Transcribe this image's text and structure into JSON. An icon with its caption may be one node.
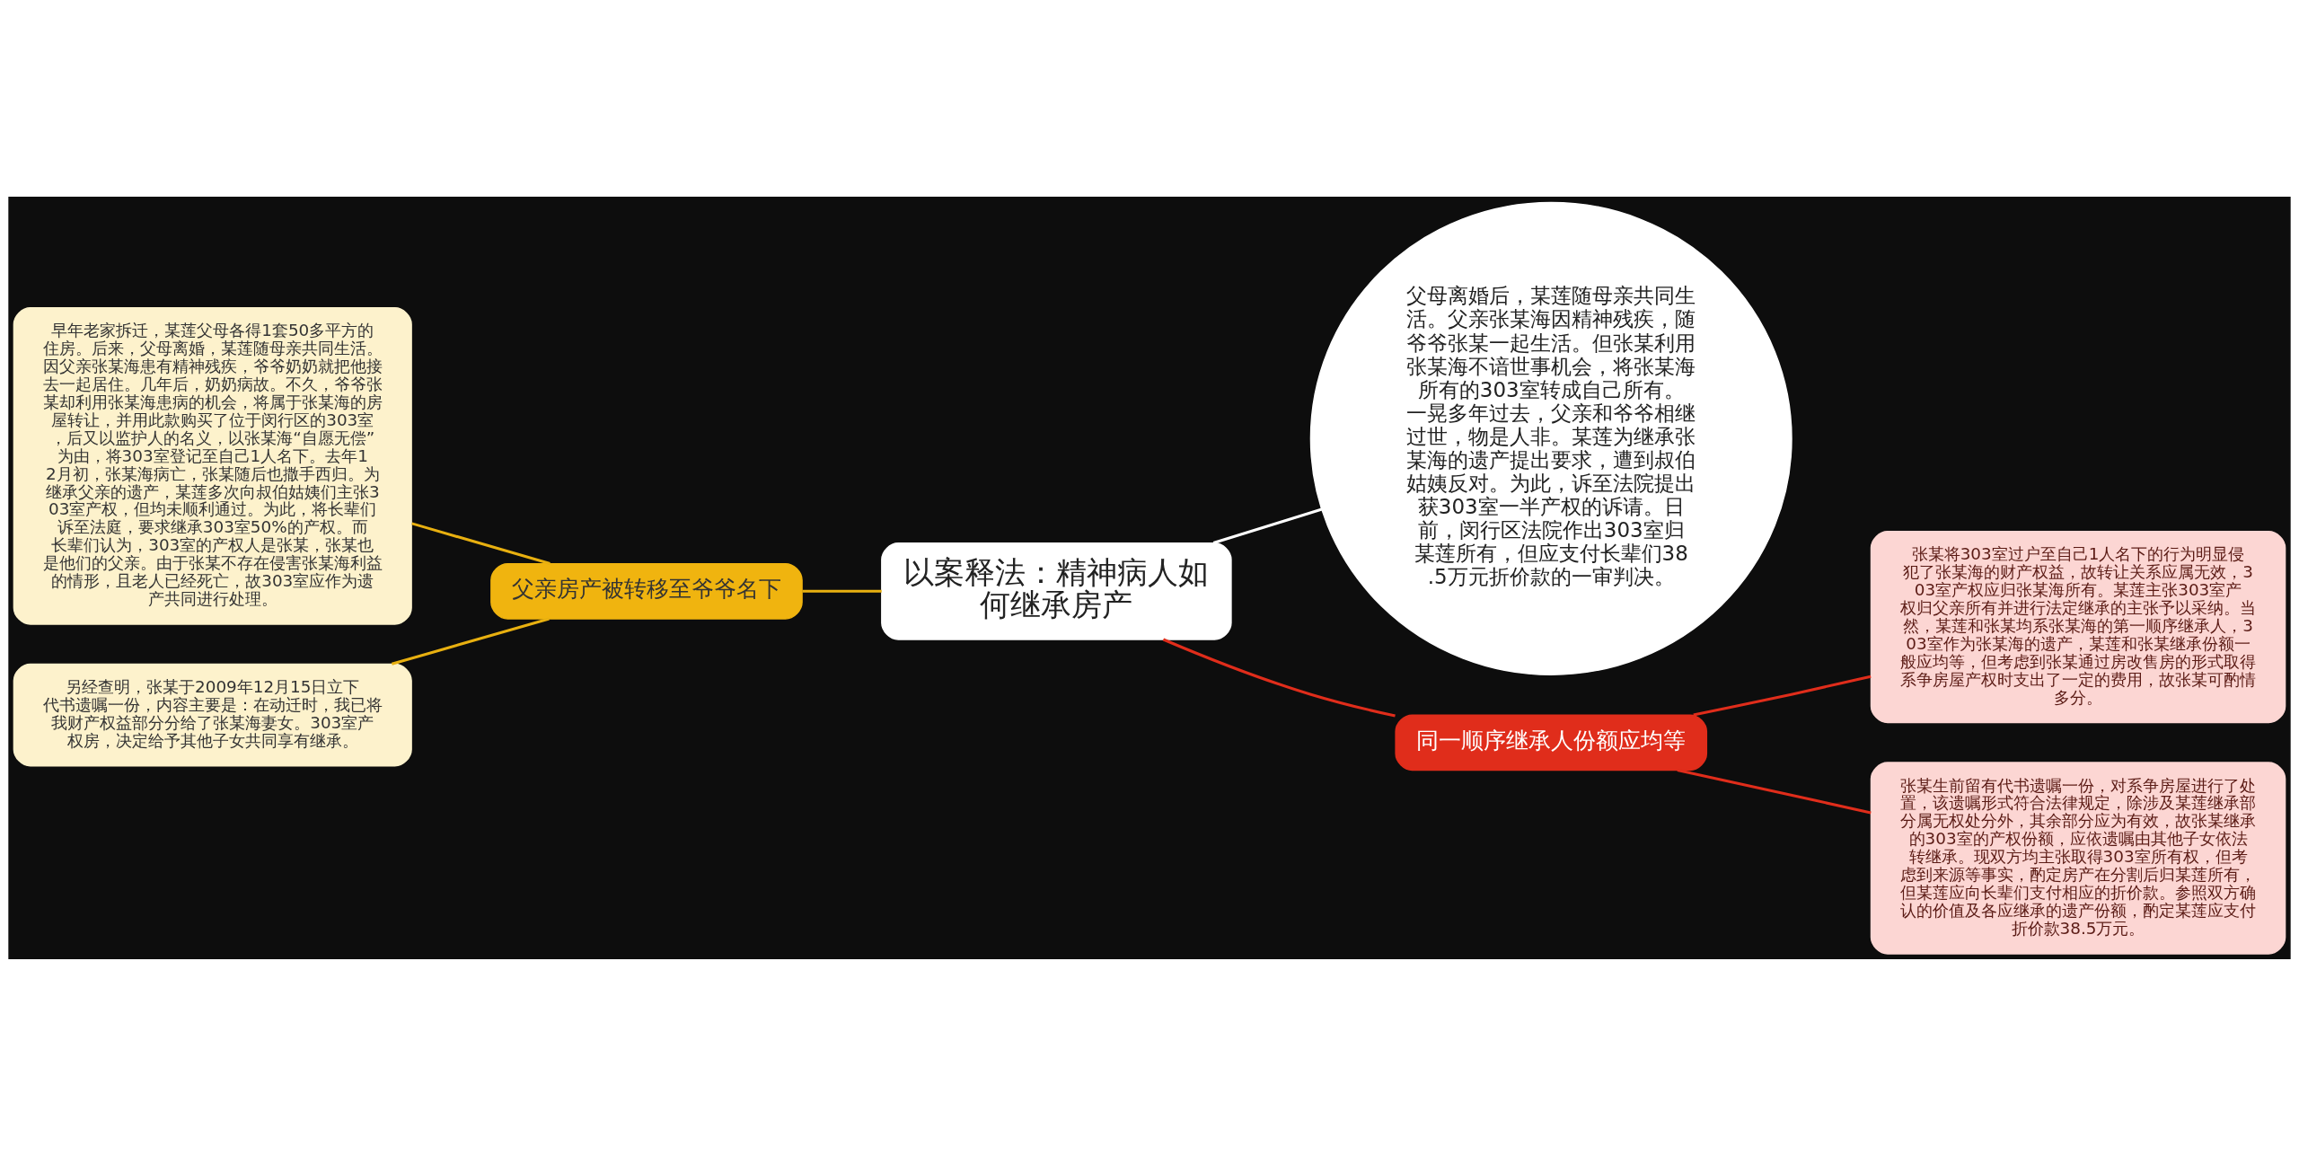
{
  "diagram": {
    "nodes": [
      {
        "text": [
          "以案释法：精神病人如何继承房产"
        ]
      },
      {
        "text": [
          "父母离婚后，某莲随母亲共同生活。父亲张某海因精神残疾，随爷爷张某一起生活。但张某利用张某海不谙世事机会，将张某海所有的303室转成自己所有。一晃多年过去，父亲和爷爷相继过世，物是人非。某莲为继承张某海的遗产提出要求，遭到叔伯姑姨反对。为此，诉至法院提出获303室一半产权的诉请。日前，闵行区法院作出303室归某莲所有，但应支付长辈们38.5万元折价款的一审判决。"
        ]
      },
      {
        "text": [
          "父亲房产被转移至爷爷名下"
        ]
      },
      {
        "text": [
          "早年老家拆迁，某莲父母各得1套50多平方的住房。后来，父母离婚，某莲随母亲共同生活。因父亲张某海患有精神残疾，爷爷奶奶就把他接去一起居住。几年后，奶奶病故。不久，爷爷张某却利用张某海患病的机会，将属于张某海的房屋转让，并用此款购买了位于闵行区的303室，后又以监护人的名义，以张某海“自愿无偿”为由，将303室登记至自己1人名下。去年12月初，张某海病亡，张某随后也撒手西归。为继承父亲的遗产，某莲多次向叔伯姑姨们主张303室产权，但均未顺利通过。为此，将长辈们诉至法庭，要求继承303室50%的产权。而长辈们认为，303室的产权人是张某，张某也是他们的父亲。由于张某不存在侵害张某海利益的情形，且老人已经死亡，故303室应作为遗产共同进行处理。"
        ]
      },
      {
        "text": [
          "另经查明，张某于2009年12月15日立下代书遗嘱一份，内容主要是：在动迁时，我已将我财产权益部分分给了张某海妻女。303室产权房，决定给予其他子女共同享有继承。"
        ]
      },
      {
        "text": [
          "同一顺序继承人份额应均等"
        ]
      },
      {
        "text": [
          "张某将303室过户至自己1人名下的行为明显侵犯了张某海的财产权益，故转让关系应属无效，303室产权应归张某海所有。某莲主张303室产权归父亲所有并进行法定继承的主张予以采纳。当然，某莲和张某均系张某海的第一顺序继承人，303室作为张某海的遗产，某莲和张某继承份额一般应均等，但考虑到张某通过房改售房的形式取得系争房屋产权时支出了一定的费用，故张某可酌情多分。"
        ]
      },
      {
        "text": [
          "张某生前留有代书遗嘱一份，对系争房屋进行了处置，该遗嘱形式符合法律规定，除涉及某莲继承部分属无权处分外，其余部分应为有效，故张某继承的303室的产权份额，应依遗嘱由其他子女依法转继承。现双方均主张取得303室所有权，但考虑到来源等事实，酌定房产在分割后归某莲所有，但某莲应向长辈们支付相应的折价款。参照双方确认的价值及各应继承的遗产份额，酌定某莲应支付折价款38.5万元。"
        ]
      }
    ],
    "edges": [
      {
        "from": 0,
        "to": 1,
        "arrow": "none",
        "color": "#ffffff"
      },
      {
        "from": 0,
        "to": 2,
        "arrow": "none",
        "color": "#e8b010"
      },
      {
        "from": 2,
        "to": 3,
        "arrow": "none",
        "color": "#e8b010"
      },
      {
        "from": 2,
        "to": 4,
        "arrow": "none",
        "color": "#e8b010"
      },
      {
        "from": 0,
        "to": 5,
        "arrow": "none",
        "color": "#e02d1b"
      },
      {
        "from": 5,
        "to": 6,
        "arrow": "none",
        "color": "#e02d1b"
      },
      {
        "from": 5,
        "to": 7,
        "arrow": "none",
        "color": "#e02d1b"
      }
    ]
  }
}
